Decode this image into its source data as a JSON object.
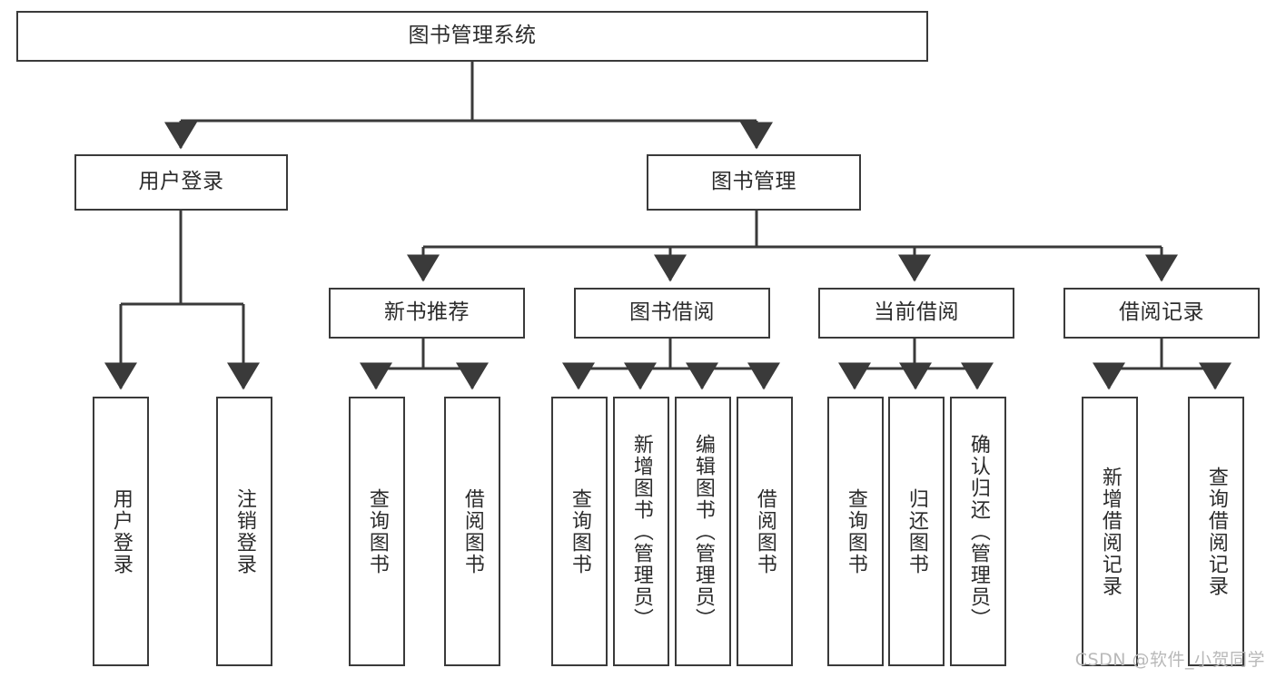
{
  "diagram": {
    "type": "tree",
    "title": "图书管理系统",
    "watermark": "CSDN @软件_小贺同学",
    "colors": {
      "stroke": "#3a3a3a",
      "fill": "#ffffff",
      "text": "#2b2b2b",
      "watermark": "#b9b9b9"
    },
    "nodes": {
      "root": {
        "label": "图书管理系统"
      },
      "level2": [
        {
          "id": "user-login",
          "label": "用户登录"
        },
        {
          "id": "book-manage",
          "label": "图书管理"
        }
      ],
      "level3": [
        {
          "id": "new-book-recommend",
          "label": "新书推荐"
        },
        {
          "id": "book-borrow",
          "label": "图书借阅"
        },
        {
          "id": "current-borrow",
          "label": "当前借阅"
        },
        {
          "id": "borrow-record",
          "label": "借阅记录"
        }
      ],
      "leaves": [
        {
          "id": "leaf-user-login",
          "label": "用户登录",
          "parent": "user-login"
        },
        {
          "id": "leaf-logout-login",
          "label": "注销登录",
          "parent": "user-login"
        },
        {
          "id": "leaf-query-book-1",
          "label": "查询图书",
          "parent": "new-book-recommend"
        },
        {
          "id": "leaf-borrow-book-1",
          "label": "借阅图书",
          "parent": "new-book-recommend"
        },
        {
          "id": "leaf-query-book-2",
          "label": "查询图书",
          "parent": "book-borrow"
        },
        {
          "id": "leaf-add-book-admin",
          "label": "新增图书（管理员）",
          "parent": "book-borrow"
        },
        {
          "id": "leaf-edit-book-admin",
          "label": "编辑图书（管理员）",
          "parent": "book-borrow"
        },
        {
          "id": "leaf-borrow-book-2",
          "label": "借阅图书",
          "parent": "book-borrow"
        },
        {
          "id": "leaf-query-book-3",
          "label": "查询图书",
          "parent": "current-borrow"
        },
        {
          "id": "leaf-return-book",
          "label": "归还图书",
          "parent": "current-borrow"
        },
        {
          "id": "leaf-confirm-return-admin",
          "label": "确认归还（管理员）",
          "parent": "current-borrow"
        },
        {
          "id": "leaf-add-borrow-record",
          "label": "新增借阅记录",
          "parent": "borrow-record"
        },
        {
          "id": "leaf-query-borrow-record",
          "label": "查询借阅记录",
          "parent": "borrow-record"
        }
      ]
    }
  }
}
